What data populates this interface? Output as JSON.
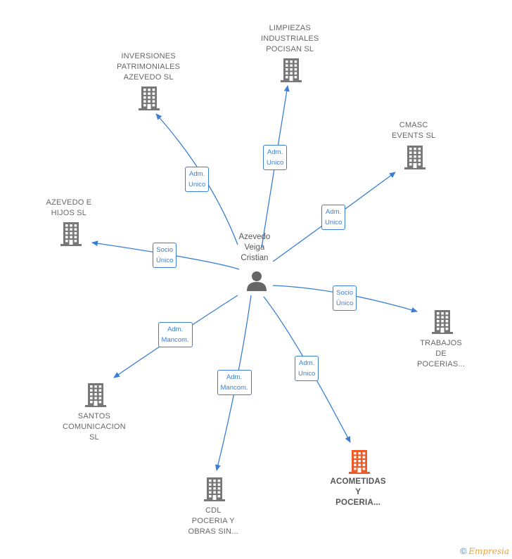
{
  "center": {
    "name": "Azevedo\nVeiga\nCristian",
    "icon": "person-icon"
  },
  "companies": [
    {
      "id": "inversiones",
      "name": "INVERSIONES\nPATRIMONIALES\nAZEVEDO  SL",
      "icon": "building-icon"
    },
    {
      "id": "limpiezas",
      "name": "LIMPIEZAS\nINDUSTRIALES\nPOCISAN SL",
      "icon": "building-icon"
    },
    {
      "id": "cmasc",
      "name": "CMASC\nEVENTS  SL",
      "icon": "building-icon"
    },
    {
      "id": "azevedo-hijos",
      "name": "AZEVEDO E\nHIJOS  SL",
      "icon": "building-icon"
    },
    {
      "id": "trabajos",
      "name": "TRABAJOS\nDE\nPOCERIAS...",
      "icon": "building-icon"
    },
    {
      "id": "santos",
      "name": "SANTOS\nCOMUNICACION\nSL",
      "icon": "building-icon"
    },
    {
      "id": "cdl",
      "name": "CDL\nPOCERIA Y\nOBRAS SIN...",
      "icon": "building-icon"
    },
    {
      "id": "acometidas",
      "name": "ACOMETIDAS\nY\nPOCERIA...",
      "icon": "building-icon",
      "highlight": true
    }
  ],
  "relations": [
    {
      "to": "inversiones",
      "label": "Adm.\nUnico"
    },
    {
      "to": "limpiezas",
      "label": "Adm.\nUnico"
    },
    {
      "to": "cmasc",
      "label": "Adm.\nUnico"
    },
    {
      "to": "azevedo-hijos",
      "label": "Socio\nÚnico"
    },
    {
      "to": "trabajos",
      "label": "Socio\nÚnico"
    },
    {
      "to": "santos",
      "label": "Adm.\nMancom."
    },
    {
      "to": "cdl",
      "label": "Adm.\nMancom."
    },
    {
      "to": "acometidas",
      "label": "Adm.\nUnico"
    }
  ],
  "colors": {
    "edge": "#3a7fd5",
    "building": "#777777",
    "building_highlight": "#f05a28",
    "person": "#666666"
  },
  "footer": {
    "copyright": "©",
    "brand": "Empresia"
  }
}
